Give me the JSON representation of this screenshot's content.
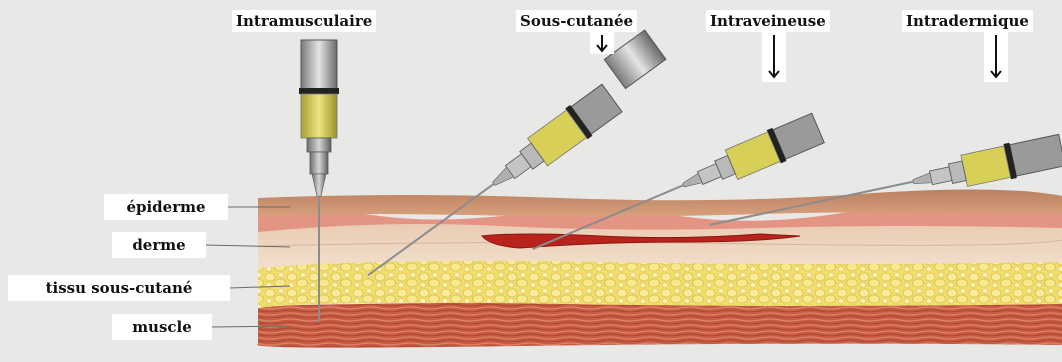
{
  "routes": {
    "intramuscular": "Intramusculaire",
    "subcutaneous": "Sous-cutanée",
    "intravenous": "Intraveineuse",
    "intradermal": "Intradermique"
  },
  "layers": {
    "epidermis": "épiderme",
    "dermis": "derme",
    "subcutaneous_tissue": "tissu sous-cutané",
    "muscle": "muscle"
  },
  "colors": {
    "background": "#e8e8e6",
    "epidermis": "#c88c62",
    "dermis_pink": "#e59a8c",
    "dermis": "#ead2b8",
    "fat": "#f3e27a",
    "muscle": "#c8553e",
    "vein": "#b8241c",
    "syringe_fluid": "#d8d05a",
    "needle": "#8c8c8c"
  }
}
